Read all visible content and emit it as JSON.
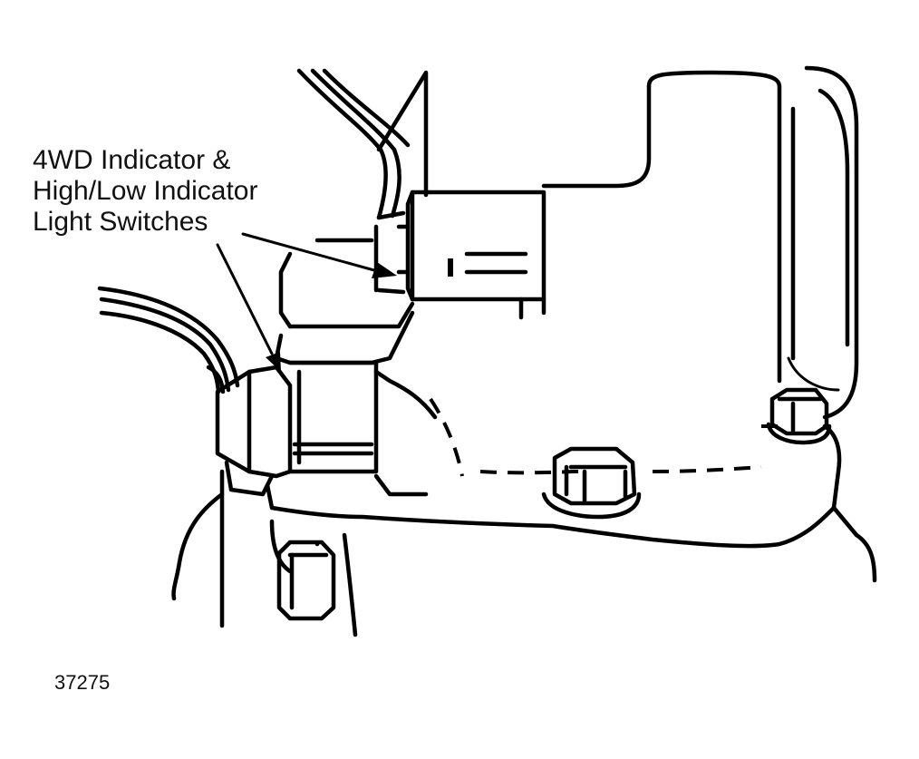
{
  "callout": {
    "line1": "4WD Indicator &",
    "line2": "High/Low Indicator",
    "line3": "Light Switches"
  },
  "figure_id": "37275",
  "colors": {
    "ink": "#000000",
    "paper": "#ffffff"
  }
}
